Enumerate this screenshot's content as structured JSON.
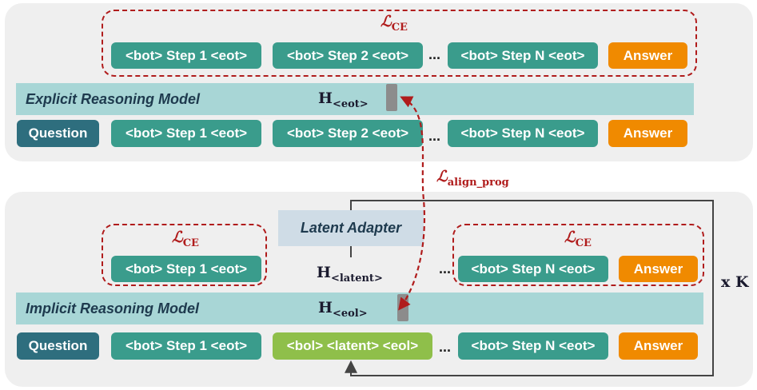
{
  "top": {
    "loss_label": "ℒ",
    "loss_sub": "CE",
    "target_boxes": [
      "<bot> Step 1 <eot>",
      "<bot> Step 2 <eot>",
      "<bot> Step N <eot>",
      "Answer"
    ],
    "ellipsis": "...",
    "model_label": "Explicit Reasoning Model",
    "hidden_var": "H",
    "hidden_sub": "<eot>",
    "input_boxes": [
      "Question",
      "<bot> Step 1 <eot>",
      "<bot> Step 2 <eot>",
      "<bot> Step N <eot>",
      "Answer"
    ]
  },
  "align": {
    "label": "ℒ",
    "sub": "align_prog"
  },
  "bottom": {
    "adapter_label": "Latent Adapter",
    "latent_var": "H",
    "latent_sub": "<latent>",
    "left_loss_label": "ℒ",
    "left_loss_sub": "CE",
    "left_target": "<bot> Step 1 <eot>",
    "right_loss_label": "ℒ",
    "right_loss_sub": "CE",
    "right_targets": [
      "<bot> Step N <eot>",
      "Answer"
    ],
    "ellipsis": "...",
    "model_label": "Implicit Reasoning Model",
    "hidden_var": "H",
    "hidden_sub": "<eol>",
    "input_boxes": [
      "Question",
      "<bot> Step 1 <eot>",
      "<bol> <latent> <eol>",
      "<bot> Step N <eot>",
      "Answer"
    ],
    "repeat_label": "x K"
  },
  "colors": {
    "loss_red": "#b01c1c",
    "step_teal": "#3a9c8c",
    "answer_orange": "#f08a00",
    "question_dark": "#2e6e7e",
    "latent_green": "#8fbf4a",
    "model_band": "#a8d6d6"
  }
}
